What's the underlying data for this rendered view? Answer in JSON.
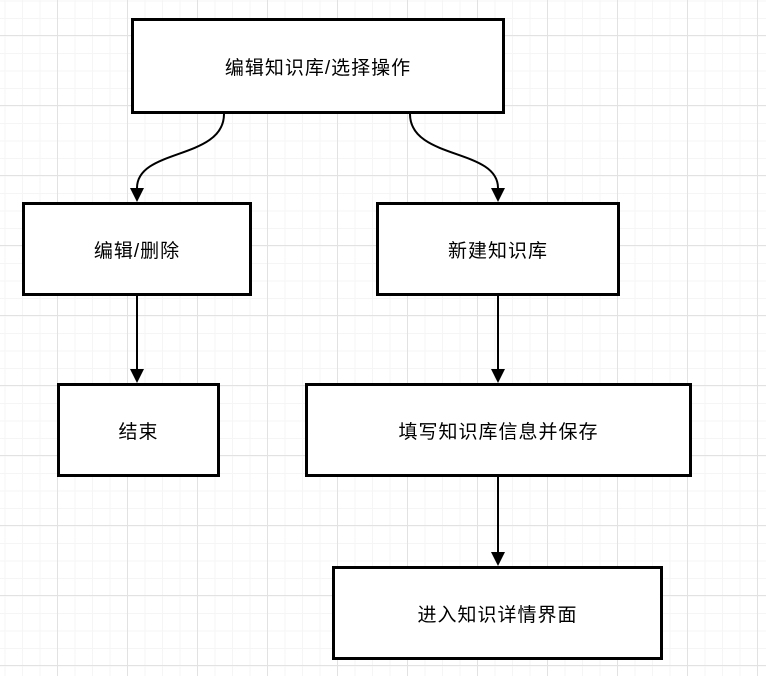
{
  "canvas": {
    "background_color": "#ffffff",
    "grid_minor_color": "#f5f5f5",
    "grid_major_color": "#e2e2e2"
  },
  "diagram": {
    "type": "flowchart",
    "node_fill_color": "#ffffff",
    "node_border_color": "#000000",
    "edge_color": "#000000",
    "nodes": [
      {
        "id": "select-operation",
        "label": "编辑知识库/选择操作"
      },
      {
        "id": "edit-delete",
        "label": "编辑/删除"
      },
      {
        "id": "create-kb",
        "label": "新建知识库"
      },
      {
        "id": "end",
        "label": "结束"
      },
      {
        "id": "fill-info-save",
        "label": "填写知识库信息并保存"
      },
      {
        "id": "enter-detail",
        "label": "进入知识详情界面"
      }
    ],
    "edges": [
      {
        "from": "select-operation",
        "to": "edit-delete",
        "shape": "curved"
      },
      {
        "from": "select-operation",
        "to": "create-kb",
        "shape": "curved"
      },
      {
        "from": "edit-delete",
        "to": "end",
        "shape": "straight"
      },
      {
        "from": "create-kb",
        "to": "fill-info-save",
        "shape": "straight"
      },
      {
        "from": "fill-info-save",
        "to": "enter-detail",
        "shape": "straight"
      }
    ]
  }
}
